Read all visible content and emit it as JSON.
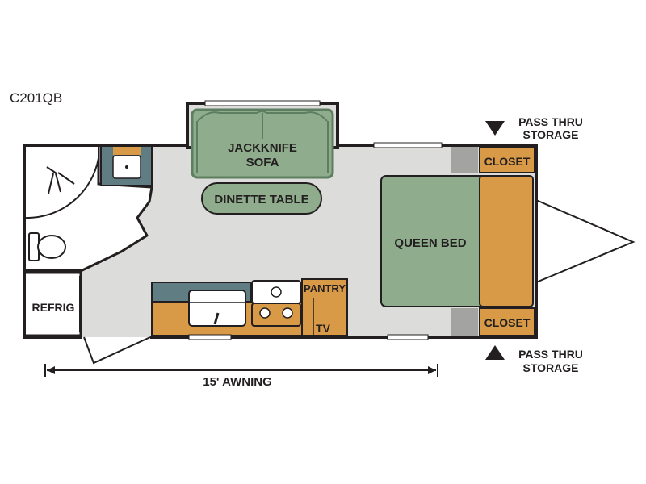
{
  "model": "C201QB",
  "labels": {
    "sofa_line1": "JACKKNIFE",
    "sofa_line2": "SOFA",
    "dinette": "DINETTE TABLE",
    "bed": "QUEEN BED",
    "closet_top": "CLOSET",
    "closet_bottom": "CLOSET",
    "refrig": "REFRIG",
    "pantry": "PANTRY",
    "tv": "TV",
    "awning": "15' AWNING",
    "storage_top_line1": "PASS THRU",
    "storage_top_line2": "STORAGE",
    "storage_bottom_line1": "PASS THRU",
    "storage_bottom_line2": "STORAGE"
  },
  "colors": {
    "wall": "#231f20",
    "floor": "#dcdcda",
    "green": "#8fad8c",
    "green_dark": "#5d7e60",
    "orange": "#d99a47",
    "slate": "#5f7d83",
    "gray_block": "#a3a3a0",
    "white": "#ffffff"
  }
}
